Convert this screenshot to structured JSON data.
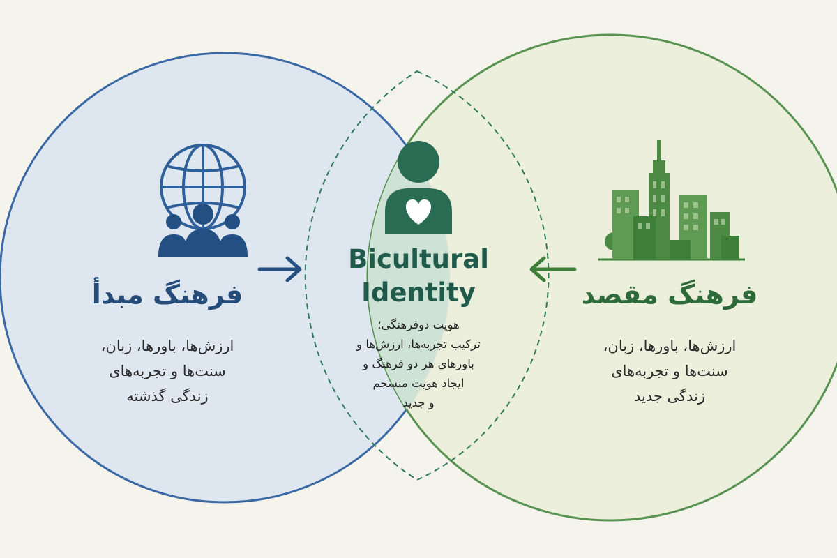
{
  "left": {
    "title": "فرهنگ مبدأ",
    "desc_lines": [
      "ارزش‌ها، باورها، زبان،",
      "سنت‌ها و تجربه‌های",
      "زندگی گذشته"
    ],
    "color": "#2f5f99",
    "icon": "globe-people-icon"
  },
  "right": {
    "title": "فرهنگ مقصد",
    "desc_lines": [
      "ارزش‌ها، باورها، زبان،",
      "سنت‌ها و تجربه‌های",
      "زندگی جدید"
    ],
    "color": "#4c8a43",
    "icon": "city-icon"
  },
  "center": {
    "title_lines": [
      "Bicultural",
      "Identity"
    ],
    "desc_lines": [
      "هویت دوفرهنگی؛",
      "ترکیب تجربه‌ها، ارزش‌ها و",
      "باورهای هر دو فرهنگ و",
      "ایجاد هویت منسجم",
      "و جدید"
    ],
    "color": "#1f5a4a",
    "icon": "person-heart-icon"
  },
  "arrows": {
    "left": "arrow-right-icon",
    "right": "arrow-left-icon"
  }
}
